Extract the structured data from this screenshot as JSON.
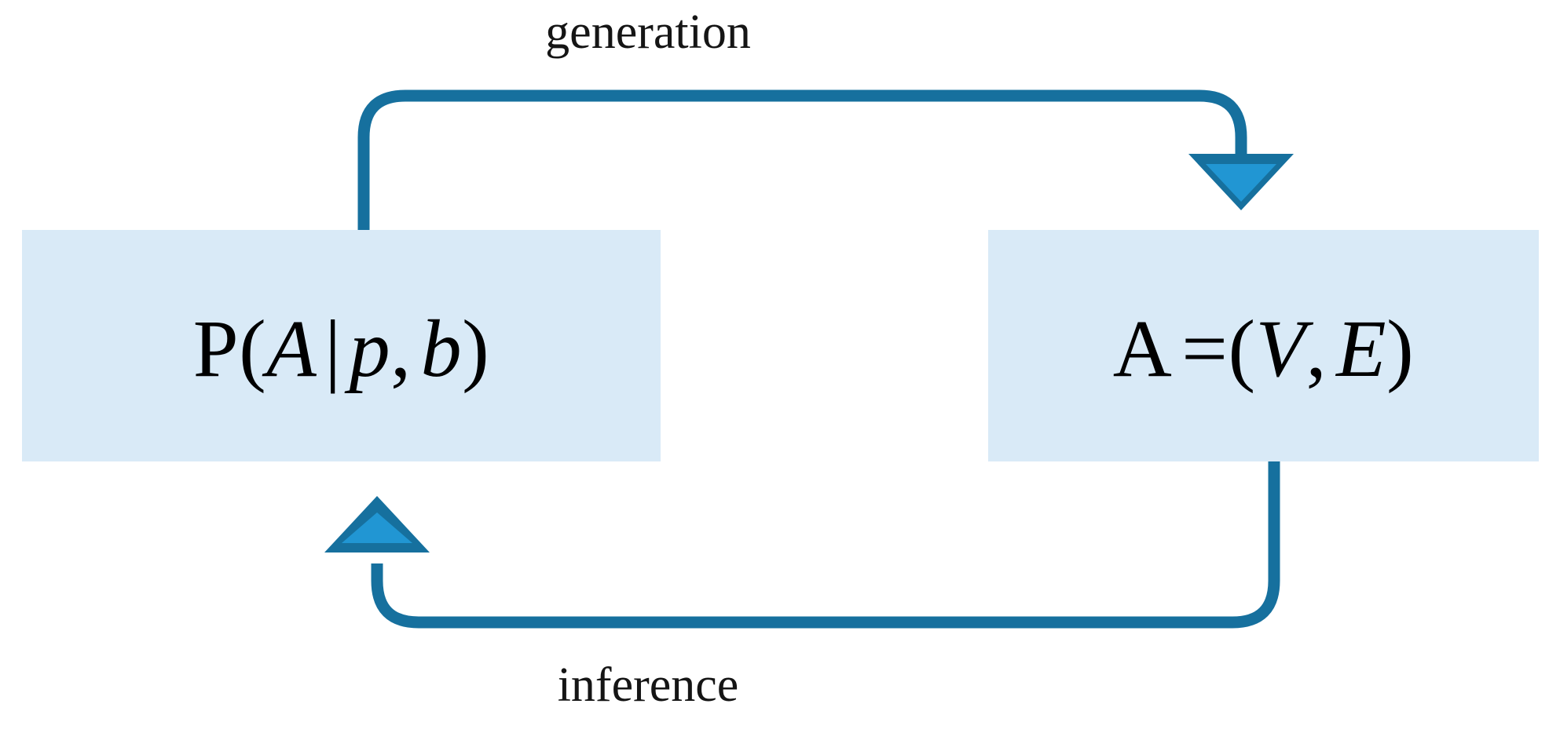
{
  "diagram": {
    "title": "generation-inference cycle",
    "background": "#ffffff",
    "node_fill": "#d9eaf7",
    "edge_color": "#16709e",
    "arrow_fill": "#2196d3",
    "text_color": "#000000"
  },
  "nodes": {
    "left": {
      "name": "probability-distribution-node",
      "formula_plain": "P(A | p, b)",
      "parts": {
        "p_upright": "P",
        "paren_open": "(",
        "a_italic": "A",
        "bar": "|",
        "p_italic": "p",
        "comma": ",",
        "b_italic": "b",
        "paren_close": ")"
      }
    },
    "right": {
      "name": "graph-node",
      "formula_plain": "A = (V, E)",
      "parts": {
        "a_upright": "A",
        "equals": "=",
        "paren_open": "(",
        "v_italic": "V",
        "comma": ",",
        "e_italic": "E",
        "paren_close": ")"
      }
    }
  },
  "edges": [
    {
      "name": "generation-edge",
      "label": "generation",
      "direction": "left-to-right",
      "from": "left",
      "to": "right"
    },
    {
      "name": "inference-edge",
      "label": "inference",
      "direction": "right-to-left",
      "from": "right",
      "to": "left"
    }
  ],
  "labels": {
    "generation": "generation",
    "inference": "inference"
  }
}
